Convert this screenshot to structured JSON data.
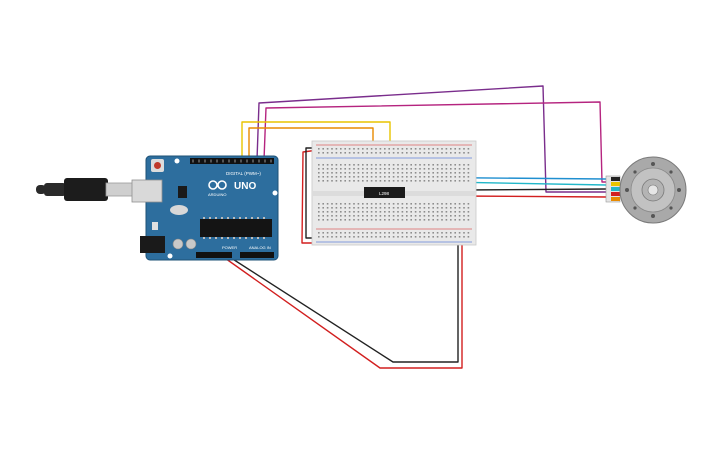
{
  "arduino": {
    "brand": "UNO",
    "model": "ARDUINO",
    "digital_header": "DIGITAL (PWM~)",
    "power_header": "POWER",
    "analog_header": "ANALOG IN"
  },
  "driver_chip": {
    "label": "L298"
  },
  "colors": {
    "board": "#2d6e9e",
    "breadboard": "#e9e9e9",
    "wire_purple": "#7a2d8c",
    "wire_magenta": "#b5247f",
    "wire_yellow": "#e8c400",
    "wire_orange": "#e88a00",
    "wire_red": "#d21f1f",
    "wire_black": "#222222",
    "wire_blue": "#1f8fd0",
    "wire_cyan": "#22b7c9",
    "motor_body": "#a9a9a9"
  },
  "icons": {
    "usb": "usb-plug-icon",
    "motor": "encoder-motor-icon",
    "logo": "arduino-infinity-logo-icon"
  }
}
